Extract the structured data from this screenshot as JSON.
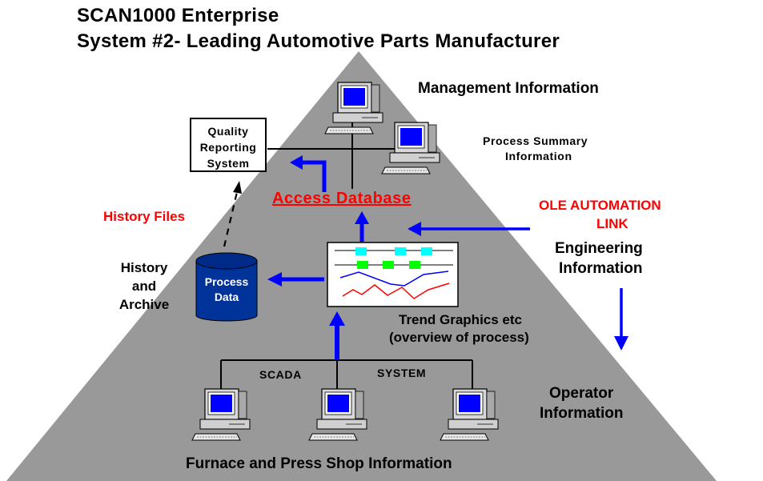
{
  "title": {
    "line1": "SCAN1000 Enterprise",
    "line2": "System #2- Leading Automotive Parts Manufacturer"
  },
  "labels": {
    "management_information": "Management Information",
    "process_summary": [
      "Process Summary",
      "Information"
    ],
    "quality_reporting": [
      "Quality",
      "Reporting",
      "System"
    ],
    "access_database": "Access Database",
    "history_files": "History Files",
    "ole_automation": [
      "OLE  AUTOMATION",
      "LINK"
    ],
    "engineering_information": [
      "Engineering",
      "Information"
    ],
    "history_archive": [
      "History",
      "and",
      "Archive"
    ],
    "process_data": [
      "Process",
      "Data"
    ],
    "trend_graphics": [
      "Trend Graphics etc",
      "(overview of process)"
    ],
    "scada": "SCADA",
    "system": "SYSTEM",
    "operator_information": [
      "Operator",
      "Information"
    ],
    "bottom_caption": "Furnace and Press Shop Information"
  },
  "icons": {
    "computer": "computer-icon",
    "database": "database-cylinder-icon",
    "trend_display": "trend-graphics-icon"
  },
  "colors": {
    "pyramid": "#999999",
    "arrow": "#0000ff",
    "cylinder": "#003399",
    "screen": "#0000ff",
    "accent_red": "#ff0000",
    "trend_cyan": "#00ffff",
    "trend_green": "#00ff00"
  }
}
